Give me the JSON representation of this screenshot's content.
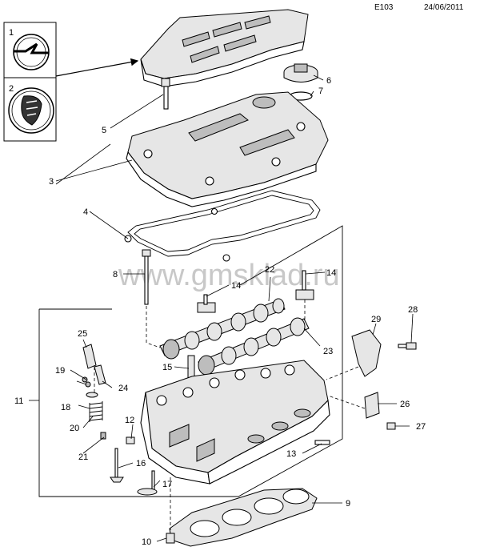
{
  "header": {
    "code": "E103",
    "date": "24/06/2011"
  },
  "watermark": "www.gmsklad.ru",
  "legend": {
    "item1": "1",
    "item2": "2"
  },
  "callouts": {
    "c3": "3",
    "c4": "4",
    "c5": "5",
    "c6": "6",
    "c7": "7",
    "c8": "8",
    "c9": "9",
    "c10": "10",
    "c11": "11",
    "c12": "12",
    "c13": "13",
    "c14a": "14",
    "c14b": "14",
    "c15": "15",
    "c16": "16",
    "c17": "17",
    "c18": "18",
    "c19": "19",
    "c20": "20",
    "c21": "21",
    "c22": "22",
    "c23": "23",
    "c24": "24",
    "c25": "25",
    "c26": "26",
    "c27": "27",
    "c28": "28",
    "c29": "29"
  }
}
